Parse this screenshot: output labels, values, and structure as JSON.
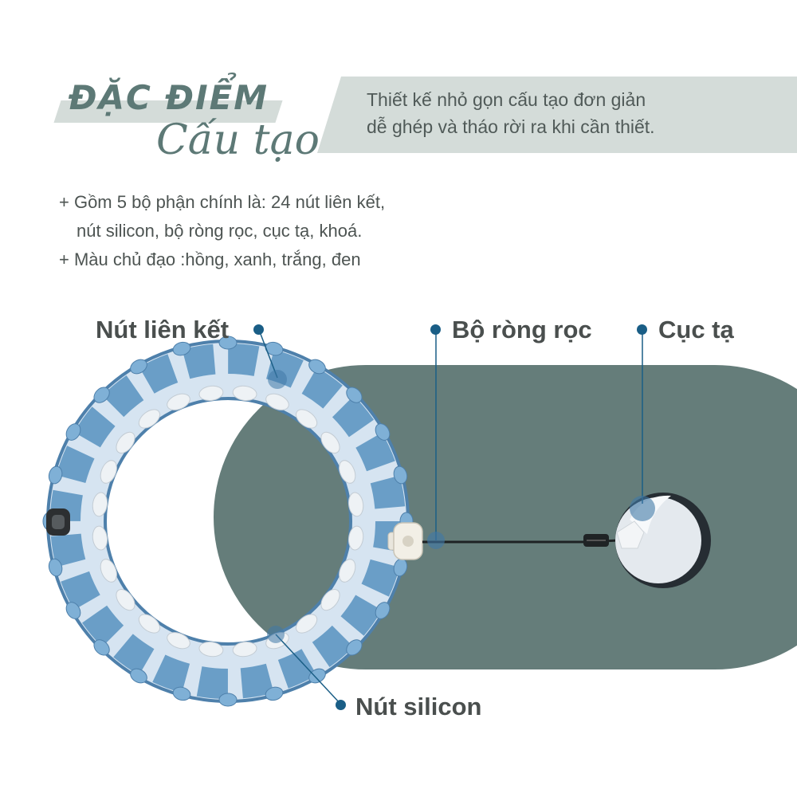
{
  "title": {
    "line1": "ĐẶC ĐIỂM",
    "line2": "Cấu tạo"
  },
  "intro": {
    "line1": "Thiết kế nhỏ gọn cấu tạo đơn giản",
    "line2": "dễ ghép và tháo rời ra khi cần thiết."
  },
  "bullets": {
    "line1": "+ Gồm 5 bộ phận chính là: 24 nút liên kết,",
    "line2": "nút silicon, bộ ròng rọc, cục tạ, khoá.",
    "line3": "+ Màu chủ đạo :hồng, xanh, trắng, đen"
  },
  "callouts": {
    "link_button": "Nút liên kết",
    "pulley": "Bộ ròng rọc",
    "weight": "Cục tạ",
    "silicone_button": "Nút silicon"
  },
  "colors": {
    "accent": "#5d7976",
    "panel": "#d4dcd9",
    "backdrop": "#657d7a",
    "hoop_blue": "#6a9ec7",
    "hoop_light": "#d6e4f1",
    "callout_dot": "#1a5e86",
    "text": "#4a4f4e"
  }
}
